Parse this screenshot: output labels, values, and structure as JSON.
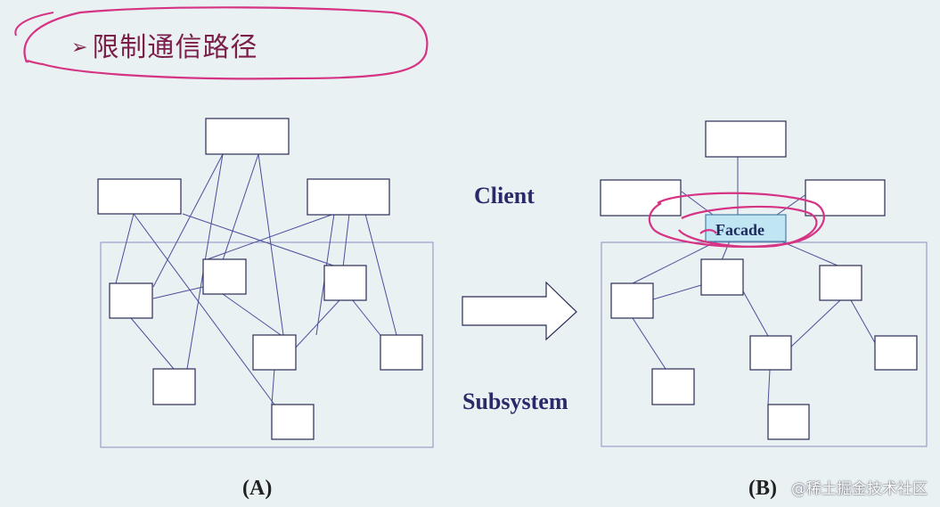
{
  "slide": {
    "bullet_glyph": "➢",
    "title": "限制通信路径",
    "client_label": "Client",
    "subsystem_label": "Subsystem",
    "facade_label": "Facade",
    "caption_a": "(A)",
    "caption_b": "(B)",
    "watermark": "@稀土掘金技术社区"
  },
  "colors": {
    "background": "#e9f1f3",
    "line": "#4a4f9a",
    "box_border": "#2b2b55",
    "title_text": "#7b1f4a",
    "annotation": "#d63384",
    "facade_fill": "#bfe6f2",
    "label_text": "#2a2a6b"
  }
}
